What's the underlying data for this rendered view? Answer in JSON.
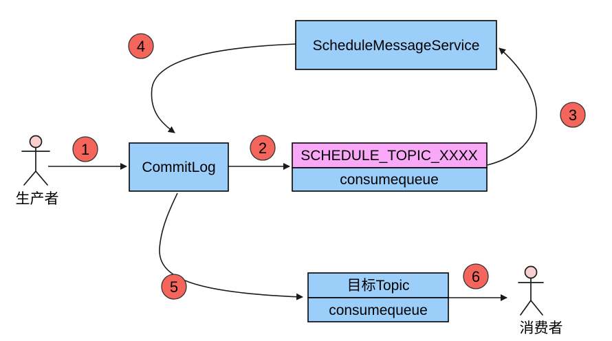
{
  "colors": {
    "background": "#ffffff",
    "node_blue": "#9BCEF9",
    "node_pink": "#F9A8F7",
    "badge_red": "#F4655C",
    "actor_head_pink": "#F9CFCE",
    "line": "#1a1a1a"
  },
  "nodes": {
    "schedule_service": {
      "label": "ScheduleMessageService"
    },
    "commitlog": {
      "label": "CommitLog"
    },
    "schedule_topic": {
      "topic": "SCHEDULE_TOPIC_XXXX",
      "queue": "consumequeue"
    },
    "target_topic": {
      "topic": "目标Topic",
      "queue": "consumequeue"
    }
  },
  "actors": {
    "producer": {
      "label": "生产者"
    },
    "consumer": {
      "label": "消费者"
    }
  },
  "steps": [
    "1",
    "2",
    "3",
    "4",
    "5",
    "6"
  ]
}
